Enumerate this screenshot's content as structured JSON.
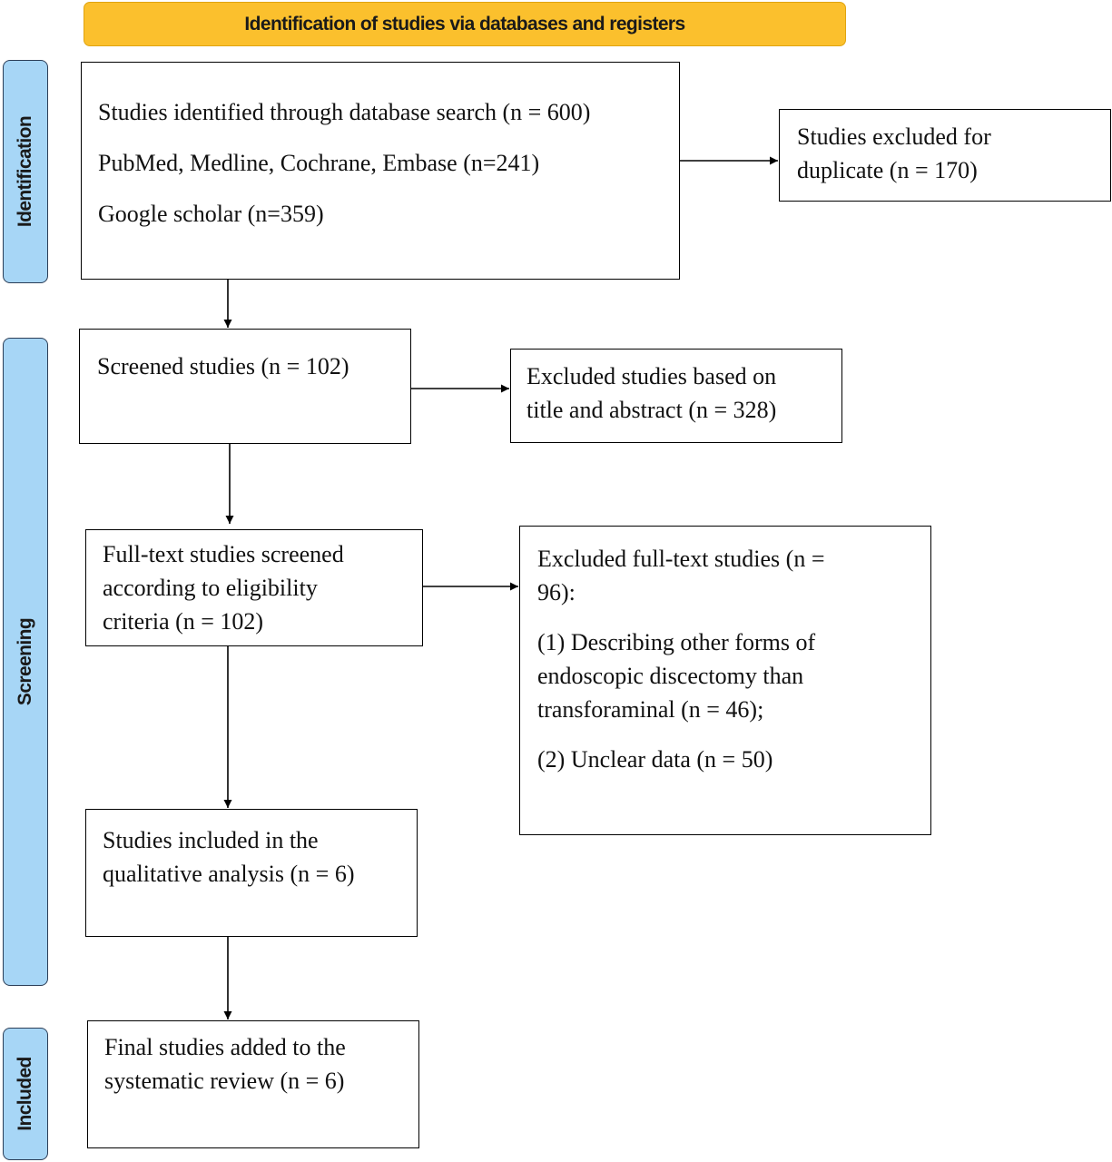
{
  "header": {
    "title": "Identification of studies via databases and registers"
  },
  "stages": {
    "identification": "Identification",
    "screening": "Screening",
    "included": "Included"
  },
  "boxes": {
    "identified": {
      "line1": "Studies identified through database search (n = 600)",
      "line2": "PubMed, Medline, Cochrane, Embase (n=241)",
      "line3": "Google scholar (n=359)"
    },
    "duplicates": {
      "line1": "Studies excluded for",
      "line2": "duplicate (n = 170)"
    },
    "screened": {
      "line1": "Screened studies (n = 102)"
    },
    "excluded_title": {
      "line1": "Excluded studies based on",
      "line2": "title and abstract (n = 328)"
    },
    "fulltext": {
      "line1": "Full-text studies screened",
      "line2": "according to eligibility",
      "line3": "criteria (n = 102)"
    },
    "excluded_fulltext": {
      "line1": "Excluded full-text studies (n =",
      "line2": "96):",
      "reason1_line1": "(1) Describing other forms of",
      "reason1_line2": "endoscopic discectomy than",
      "reason1_line3": "transforaminal (n = 46);",
      "reason2": "(2) Unclear data (n = 50)"
    },
    "qualitative": {
      "line1": "Studies included in the",
      "line2": "qualitative analysis (n = 6)"
    },
    "final": {
      "line1": "Final studies added to the",
      "line2": "systematic review (n = 6)"
    }
  }
}
